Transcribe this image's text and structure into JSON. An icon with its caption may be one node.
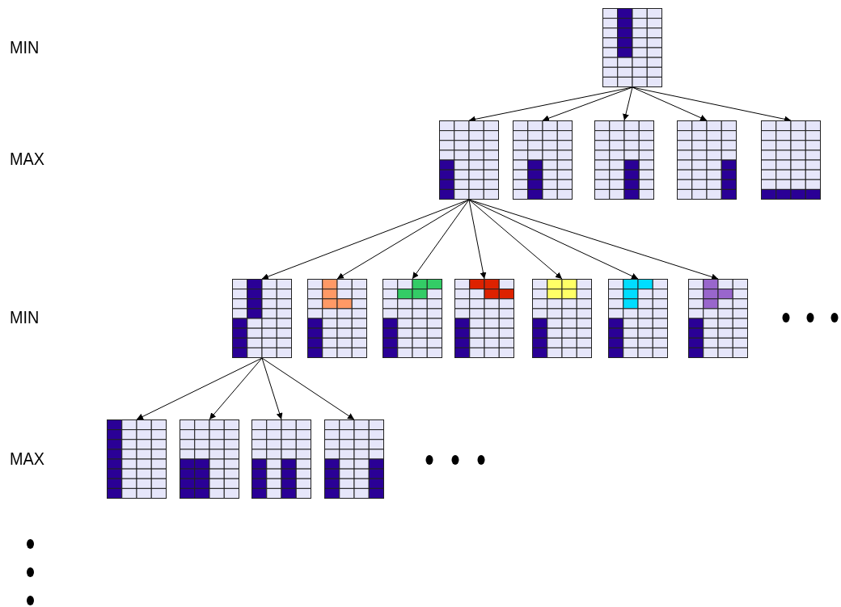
{
  "diagram": {
    "nodes": [
      {
        "text": [],
        "shape": "picture"
      },
      {
        "text": [],
        "shape": "picture"
      },
      {
        "text": [],
        "shape": "picture"
      },
      {
        "text": [],
        "shape": "picture"
      },
      {
        "text": [],
        "shape": "picture"
      },
      {
        "text": [],
        "shape": "picture"
      },
      {
        "text": [],
        "shape": "picture"
      },
      {
        "text": [],
        "shape": "picture"
      },
      {
        "text": [],
        "shape": "picture"
      },
      {
        "text": [],
        "shape": "picture"
      },
      {
        "text": [],
        "shape": "picture"
      },
      {
        "text": [],
        "shape": "picture"
      },
      {
        "text": [],
        "shape": "picture"
      },
      {
        "text": [],
        "shape": "picture"
      },
      {
        "text": [],
        "shape": "picture"
      },
      {
        "text": [],
        "shape": "picture"
      },
      {
        "text": [],
        "shape": "picture"
      }
    ],
    "edges": [
      {
        "from": 0,
        "to": 1,
        "arrow": "to"
      },
      {
        "from": 0,
        "to": 2,
        "arrow": "to"
      },
      {
        "from": 0,
        "to": 3,
        "arrow": "to"
      },
      {
        "from": 0,
        "to": 4,
        "arrow": "to"
      },
      {
        "from": 0,
        "to": 5,
        "arrow": "to"
      },
      {
        "from": 1,
        "to": 6,
        "arrow": "to"
      },
      {
        "from": 1,
        "to": 7,
        "arrow": "to"
      },
      {
        "from": 1,
        "to": 8,
        "arrow": "to"
      },
      {
        "from": 1,
        "to": 9,
        "arrow": "to"
      },
      {
        "from": 1,
        "to": 10,
        "arrow": "to"
      },
      {
        "from": 1,
        "to": 11,
        "arrow": "to"
      },
      {
        "from": 1,
        "to": 12,
        "arrow": "to"
      },
      {
        "from": 6,
        "to": 13,
        "arrow": "to"
      },
      {
        "from": 6,
        "to": 14,
        "arrow": "to"
      },
      {
        "from": 6,
        "to": 15,
        "arrow": "to"
      },
      {
        "from": 6,
        "to": 16,
        "arrow": "to"
      }
    ],
    "labels": [
      "MIN",
      "MAX",
      "MIN",
      "MAX"
    ]
  }
}
